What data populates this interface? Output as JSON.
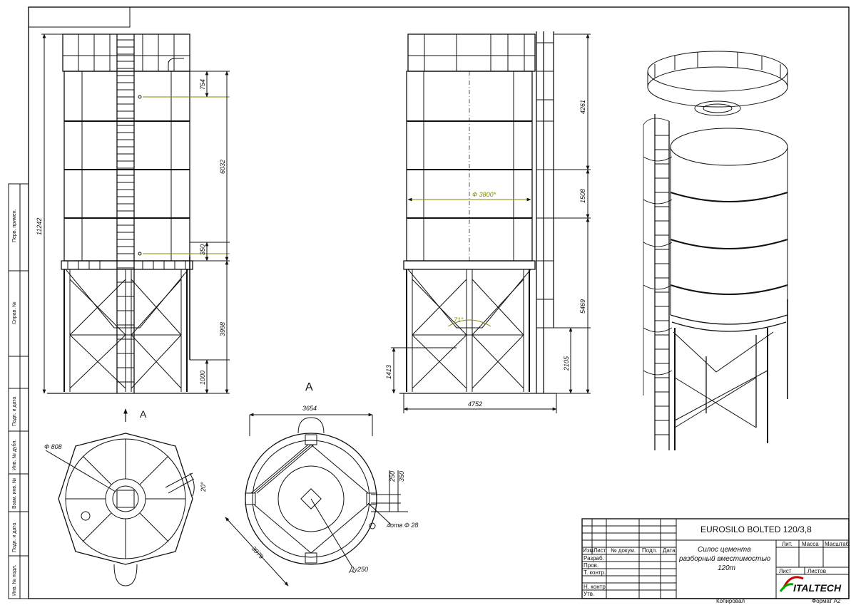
{
  "accent_color": "#8a8a00",
  "side_stamp": [
    "Перв. примен.",
    "Справ. №",
    "Подп. и дата",
    "Инв. № дубл.",
    "Взам. инв. №",
    "Подп. и дата",
    "Инв. № подл."
  ],
  "dimensions": {
    "total_height": "11242",
    "d_754": "754",
    "d_6032": "6032",
    "d_350_front": "350",
    "d_3998": "3998",
    "d_1000": "1000",
    "d_4261": "4261",
    "d_1508": "1508",
    "d_5469": "5469",
    "d_2105": "2105",
    "d_1413": "1413",
    "d_4752": "4752",
    "diameter_3800": "Ф 3800*",
    "angle_71": "71°",
    "d_808": "Ф 808",
    "angle_20": "20°",
    "d_3654": "3654",
    "d_3079": "3079",
    "d_250": "250",
    "d_350_plan": "350",
    "holes": "4отв Ф 28",
    "du250": "Ду250"
  },
  "views": {
    "arrow_label": "A",
    "section_label": "A"
  },
  "title_block": {
    "designation": "EUROSILO BOLTED 120/3,8",
    "name_lines": [
      "Силос цемента",
      "разборный вместимостью",
      "120т"
    ],
    "col_headers": [
      "Изм.",
      "Лист",
      "№ докум.",
      "Подп.",
      "Дата"
    ],
    "row_labels": [
      "Разраб.",
      "Пров.",
      "Т. контр.",
      "Н. контр.",
      "Утв."
    ],
    "lit": "Лит.",
    "mass": "Масса",
    "scale": "Масштаб",
    "sheet": "Лист",
    "sheets": "Листов",
    "logo_text": "ITALTECH",
    "copied": "Копировал",
    "format": "Формат А2"
  }
}
